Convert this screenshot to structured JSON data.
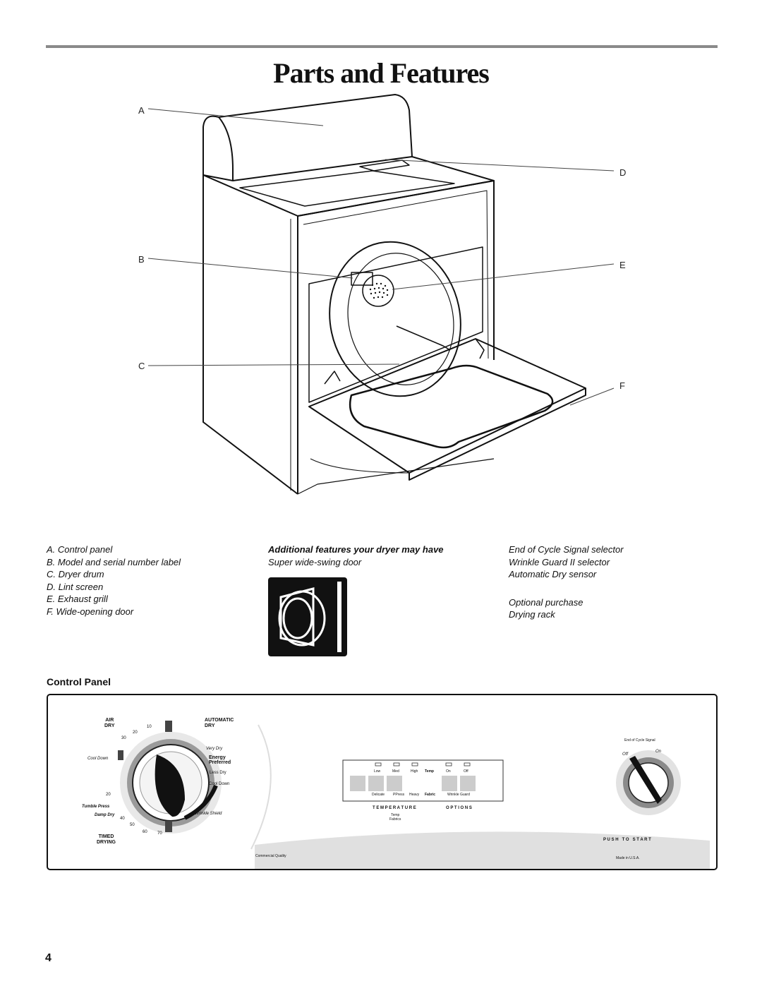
{
  "page": {
    "title": "Parts and Features",
    "page_number": "4"
  },
  "diagram": {
    "callouts": [
      "A",
      "B",
      "C",
      "D",
      "E",
      "F"
    ]
  },
  "parts_list": [
    "A. Control panel",
    "B. Model and serial number label",
    "C. Dryer drum",
    "D. Lint screen",
    "E. Exhaust grill",
    "F. Wide-opening door"
  ],
  "additional": {
    "heading": "Additional features your dryer may have",
    "item": "Super wide-swing door"
  },
  "features_list": [
    "End of Cycle Signal selector",
    "Wrinkle Guard II selector",
    "Automatic Dry sensor"
  ],
  "optional": {
    "line1": "Optional purchase",
    "line2": "Drying rack"
  },
  "control_panel": {
    "heading": "Control Panel",
    "dial": {
      "air_dry": [
        "AIR",
        "DRY"
      ],
      "automatic_dry": [
        "AUTOMATIC",
        "DRY"
      ],
      "timed_drying": [
        "TIMED",
        "DRYING"
      ],
      "cool_down_left": "Cool Down",
      "very_dry": "Very Dry",
      "energy_preferred": [
        "Energy",
        "Preferred"
      ],
      "less_dry": "Less Dry",
      "cool_down_right": "Cool Down",
      "tumble_press": "Tumble Press",
      "damp_dry": "Damp Dry",
      "wrinkle_shield": "Wrinkle Shield",
      "numbers": [
        "10",
        "20",
        "30",
        "20",
        "40",
        "50",
        "60",
        "70"
      ]
    },
    "temperature_labels": [
      "Low",
      "Med",
      "High"
    ],
    "temp_key": "Temp",
    "option_labels": [
      "On",
      "Off"
    ],
    "bottom_labels": [
      "Delicate",
      "PPress",
      "Heavy"
    ],
    "fabric_key": "Fabric",
    "wrinkle_guard": "Wrinkle Guard",
    "temperature_heading": "T E M P E R A T U R E",
    "options_heading": "O P T I O N S",
    "temp_fabrics": [
      "Temp",
      "Fabrics"
    ],
    "end_of_cycle": "End of Cycle Signal",
    "knob_off": "Off",
    "knob_on": "On",
    "push_to_start": "P U S H   T O   S T A R T",
    "commercial_quality": "Commercial Quality",
    "made_in": "Made in U.S.A."
  }
}
